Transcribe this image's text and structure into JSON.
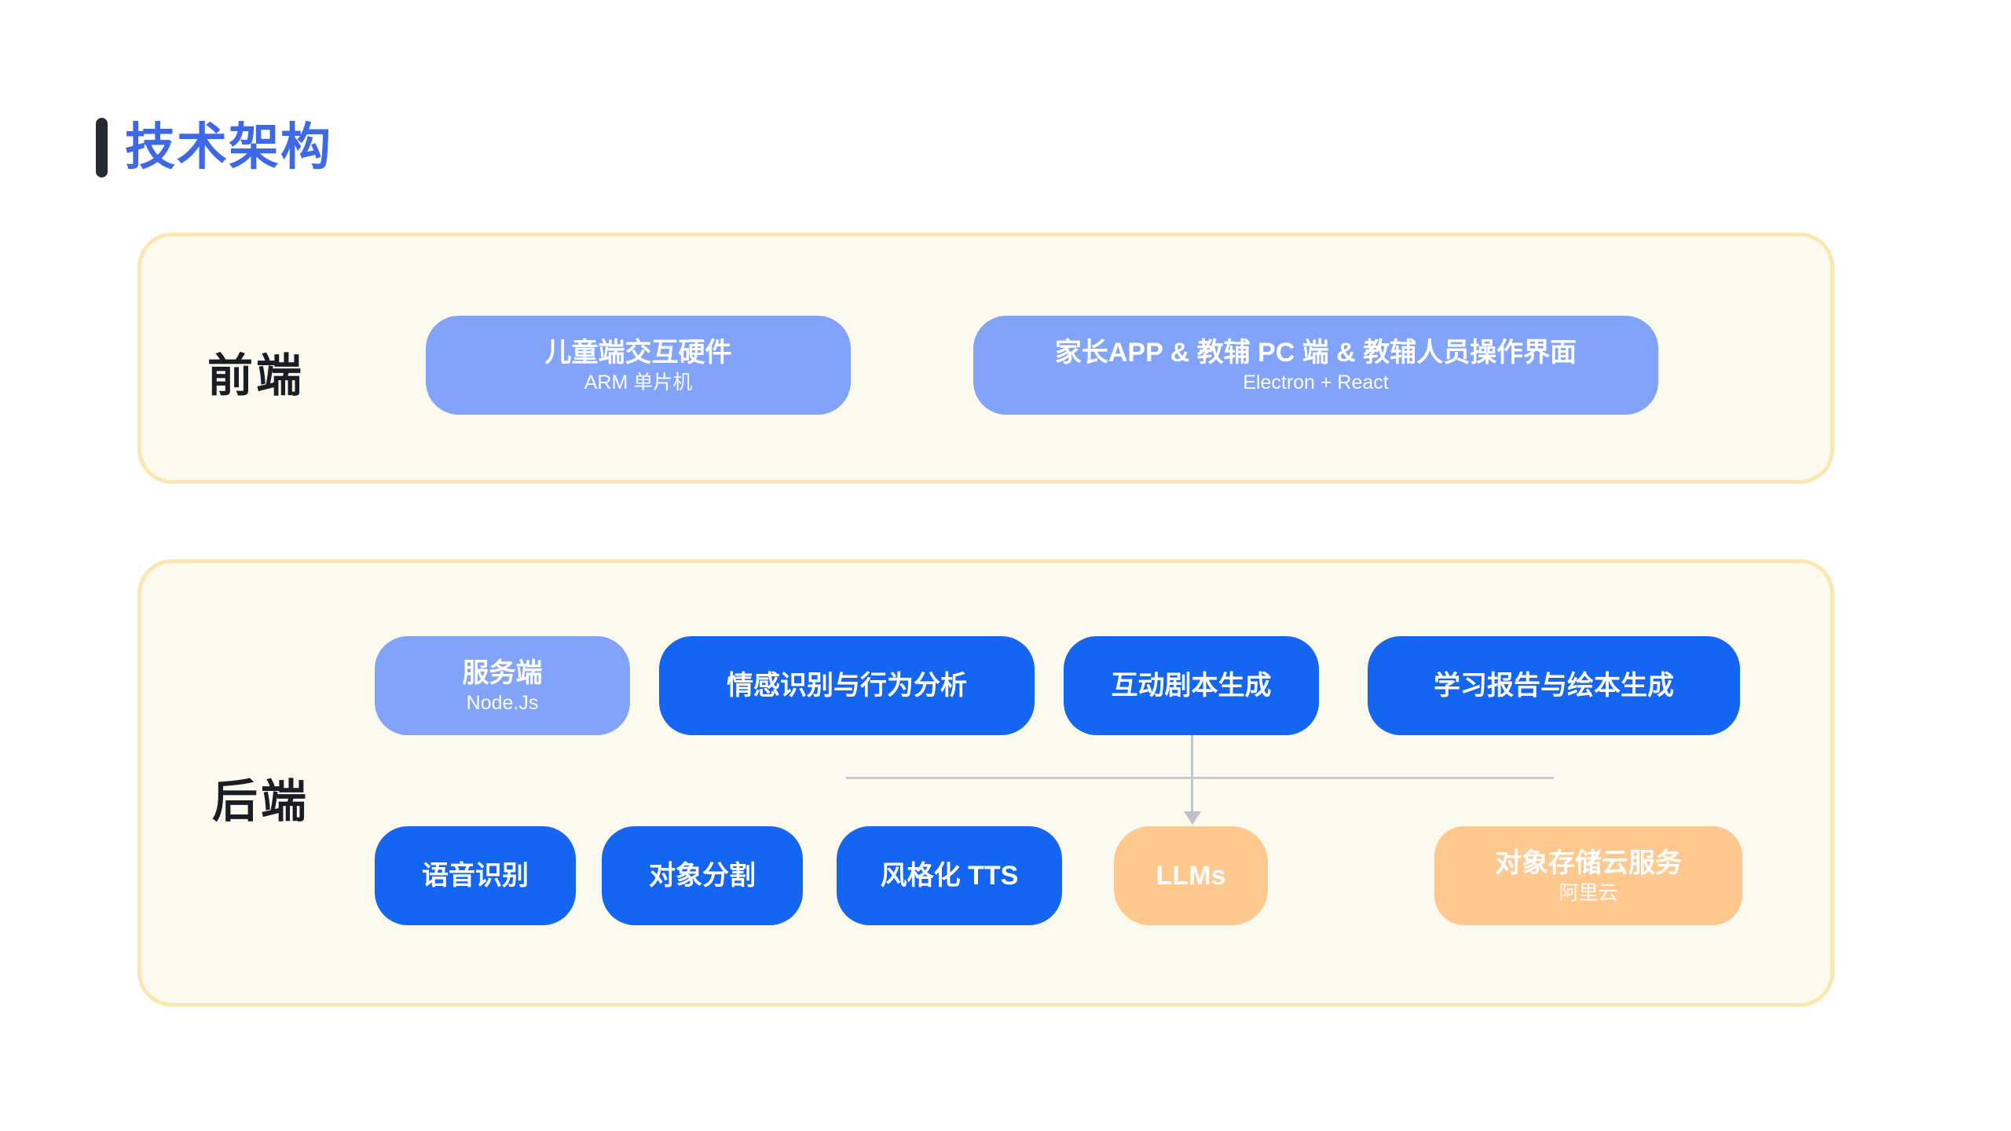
{
  "page": {
    "title": "技术架构"
  },
  "colors": {
    "title_blue": "#3D68E8",
    "accent_bar_dark": "#262B33",
    "panel_background": "#FCF9EF",
    "panel_border": "#FAE8B0",
    "node_periwinkle": "#82A3FA",
    "node_blue": "#1465F2",
    "node_orange": "#FEC88E",
    "connector_gray": "#C6C9CE",
    "section_label_dark": "#1A1D24"
  },
  "frontend": {
    "label": "前端",
    "buttons": [
      {
        "title": "儿童端交互硬件",
        "subtitle": "ARM 单片机"
      },
      {
        "title": "家长APP & 教辅 PC 端 & 教辅人员操作界面",
        "subtitle": "Electron + React"
      }
    ]
  },
  "backend": {
    "label": "后端",
    "row1": [
      {
        "title": "服务端",
        "subtitle": "Node.Js"
      },
      {
        "title": "情感识别与行为分析"
      },
      {
        "title": "互动剧本生成"
      },
      {
        "title": "学习报告与绘本生成"
      }
    ],
    "row2": [
      {
        "title": "语音识别"
      },
      {
        "title": "对象分割"
      },
      {
        "title": "风格化 TTS"
      },
      {
        "title": "LLMs"
      },
      {
        "title": "对象存储云服务",
        "subtitle": "阿里云"
      }
    ]
  }
}
